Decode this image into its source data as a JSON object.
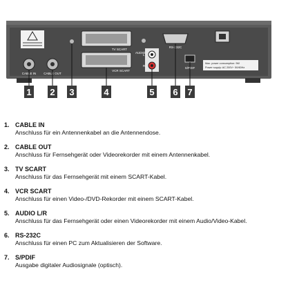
{
  "panel": {
    "port_labels": {
      "cable_in": "CABLE IN",
      "cable_out": "CABLE OUT",
      "tv_scart": "TV SCART",
      "vcr_scart": "VCR SCART",
      "audio": "AUDIO",
      "rs232": "RS-232C",
      "spdif": "S/PDIF",
      "audio_l": "L",
      "audio_r": "R"
    },
    "power_info": {
      "line1": "Max. power consumption: 9W",
      "line2": "Power supply: AC 200V~ 50/60Hz"
    },
    "callouts": [
      "1",
      "2",
      "3",
      "4",
      "5",
      "6",
      "7"
    ]
  },
  "legend": [
    {
      "num": "1.",
      "title": "CABLE IN",
      "desc": "Anschluss für ein Antennenkabel an die Antennendose."
    },
    {
      "num": "2.",
      "title": "CABLE OUT",
      "desc": "Anschluss für Fernsehgerät oder Videorekorder mit einem Antennenkabel."
    },
    {
      "num": "3.",
      "title": "TV SCART",
      "desc": "Anschluss für das Fernsehgerät mit einem SCART-Kabel."
    },
    {
      "num": "4.",
      "title": "VCR SCART",
      "desc": "Anschluss für einen Video-/DVD-Rekorder mit einem SCART-Kabel."
    },
    {
      "num": "5.",
      "title": "AUDIO L/R",
      "desc": "Anschluss für das Fernsehgerät oder einen Videorekorder mit einem Audio/Video-Kabel."
    },
    {
      "num": "6.",
      "title": "RS-232C",
      "desc": "Anschluss für einen PC zum Aktualisieren der Software."
    },
    {
      "num": "7.",
      "title": "S/PDIF",
      "desc": "Ausgabe digitaler Audiosignale (optisch)."
    }
  ],
  "colors": {
    "panel_body": "#5a5a5a",
    "panel_face": "#474747",
    "callout_bg": "#3a3a3a",
    "callout_text": "#ffffff"
  }
}
